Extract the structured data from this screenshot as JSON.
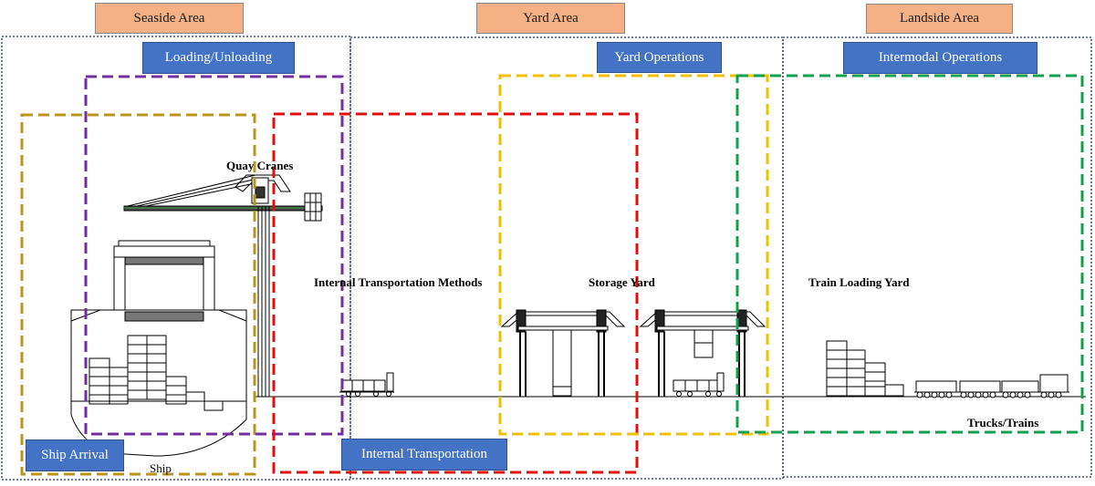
{
  "areas": {
    "seaside": "Seaside Area",
    "yard": "Yard Area",
    "landside": "Landside Area"
  },
  "stages": {
    "loading_unloading": "Loading/Unloading",
    "yard_operations": "Yard Operations",
    "intermodal_operations": "Intermodal Operations",
    "ship_arrival": "Ship Arrival",
    "internal_transportation": "Internal Transportation"
  },
  "captions": {
    "quay_cranes": "Quay Cranes",
    "internal_methods": "Internal Transportation Methods",
    "storage_yard": "Storage Yard",
    "train_loading_yard": "Train Loading Yard",
    "trucks_trains": "Trucks/Trains",
    "ship": "Ship"
  },
  "colors": {
    "area_title_fill": "#f5b183",
    "stage_label_fill": "#4472c4",
    "ship_arrival_frame": "#b8961e",
    "loading_frame": "#7030a0",
    "transport_frame": "#e01010",
    "yard_frame": "#f0c000",
    "intermodal_frame": "#10a050",
    "area_border": "#1f3864"
  }
}
